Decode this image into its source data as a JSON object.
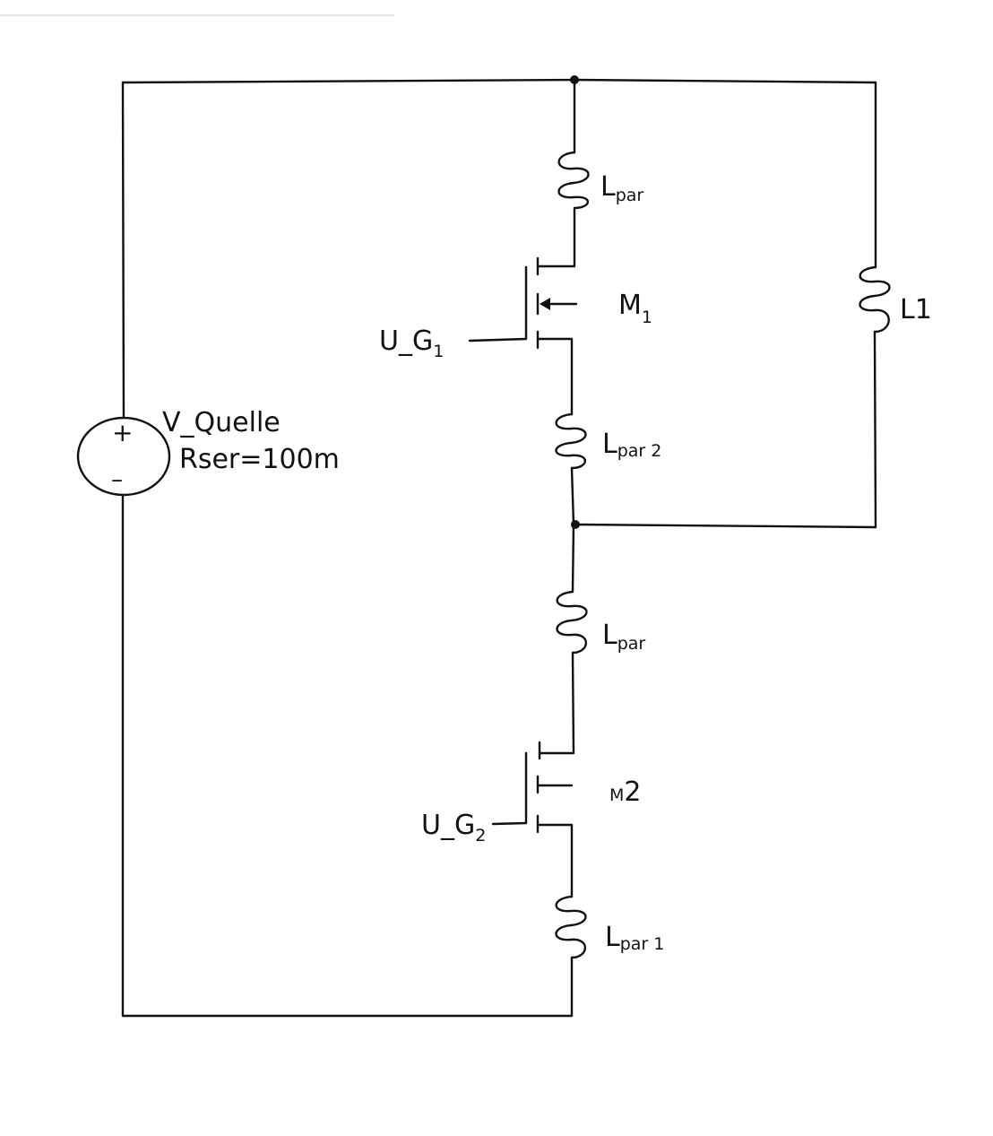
{
  "source": {
    "name": "V_Quelle",
    "param": "Rser=100m",
    "plus": "+",
    "minus": "–"
  },
  "inductors": {
    "l_par_top": {
      "main": "L",
      "sub": "par"
    },
    "l_par2": {
      "main": "L",
      "sub": "par 2"
    },
    "l_par_mid": {
      "main": "L",
      "sub": "par"
    },
    "l_par1": {
      "main": "L",
      "sub": "par 1"
    },
    "l1": {
      "main": "L",
      "sub": "1"
    }
  },
  "transistors": {
    "m1": {
      "main": "M",
      "sub": "1"
    },
    "m2": {
      "main": "M",
      "sub": "2"
    }
  },
  "gates": {
    "g1": {
      "main": "U_G",
      "sub": "1"
    },
    "g2": {
      "main": "U_G",
      "sub": "2"
    }
  },
  "colors": {
    "ink": "#111111",
    "background": "#ffffff"
  }
}
